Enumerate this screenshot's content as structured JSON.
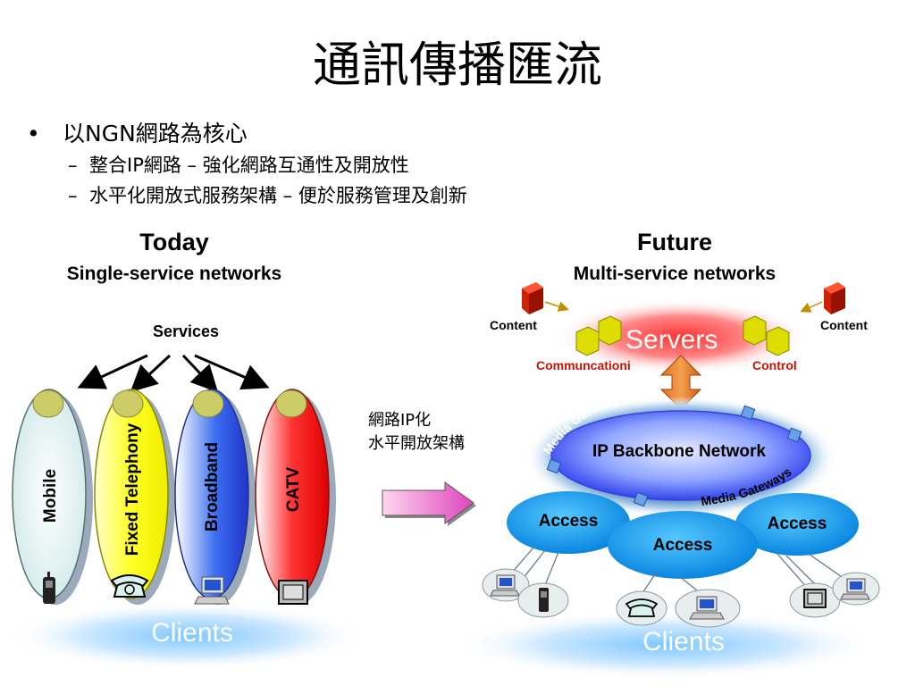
{
  "title": "通訊傳播匯流",
  "bullets": {
    "main": "以NGN網路為核心",
    "sub": [
      "整合IP網路 – 強化網路互通性及開放性",
      "水平化開放式服務架構 – 便於服務管理及創新"
    ]
  },
  "today": {
    "heading": "Today",
    "subheading": "Single-service networks",
    "services_label": "Services",
    "networks": [
      "Mobile",
      "Fixed Telephony",
      "Broadband",
      "CATV"
    ],
    "clients_label": "Clients"
  },
  "transition": {
    "line1": "網路IP化",
    "line2": "水平開放架構"
  },
  "future": {
    "heading": "Future",
    "subheading": "Multi-service networks",
    "content_left": "Content",
    "content_right": "Content",
    "servers_label": "Servers",
    "communications_label": "Communcationi",
    "control_label": "Control",
    "media_gateways_top": "Media Gateways",
    "media_gateways_bottom": "Media Gateways",
    "backbone_label": "IP Backbone Network",
    "access_labels": [
      "Access",
      "Access",
      "Access"
    ],
    "clients_label": "Clients"
  },
  "colors": {
    "mobile": "#e8f4f4",
    "fixed_telephony": "#ffff33",
    "broadband": "#3355ee",
    "catv": "#ee1111",
    "access": "#1199ee",
    "backbone": "#3344ee",
    "servers_glow": "#ff4444",
    "arrow_pink": "#ee66cc",
    "server_cube": "#dddd00",
    "content_cube": "#cc2200"
  },
  "icons": [
    "mobile-phone-icon",
    "telephone-icon",
    "computer-icon",
    "tv-icon",
    "server-cube-icon",
    "content-cube-icon"
  ]
}
